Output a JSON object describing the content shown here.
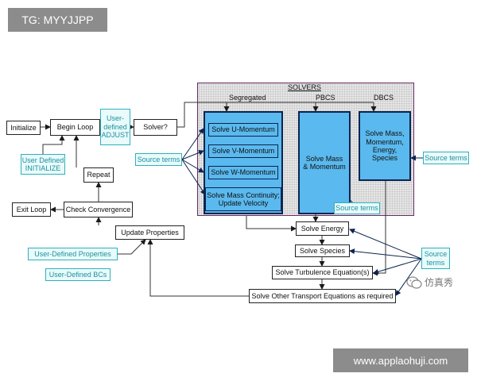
{
  "watermarks": {
    "top_left": "TG: MYYJJPP",
    "bottom_right": "www.applaohuji.com",
    "wechat_name": "仿真秀"
  },
  "solvers": {
    "title": "SOLVERS",
    "segregated": "Segregated",
    "pbcs": "PBCS",
    "dbcs": "DBCS"
  },
  "nodes": {
    "initialize": "Initialize",
    "begin_loop": "Begin Loop",
    "user_defined_adjust": "User-\ndefined\nADJUST",
    "solver_q": "Solver?",
    "user_defined_initialize": "User Defined\nINITIALIZE",
    "repeat": "Repeat",
    "exit_loop": "Exit Loop",
    "check_convergence": "Check Convergence",
    "update_properties": "Update Properties",
    "user_defined_properties": "User-Defined Properties",
    "user_defined_bcs": "User-Defined BCs",
    "source_terms_left": "Source terms",
    "solve_u": "Solve U-Momentum",
    "solve_v": "Solve V-Momentum",
    "solve_w": "Solve W-Momentum",
    "solve_mass_continuity": "Solve Mass Continuity;\nUpdate Velocity",
    "solve_mass_momentum": "Solve Mass\n& Momentum",
    "solve_mass_momentum_energy_species": "Solve Mass,\nMomentum,\nEnergy,\nSpecies",
    "source_terms_right": "Source terms",
    "source_terms_pbcs": "Source terms",
    "solve_energy": "Solve Energy",
    "solve_species": "Solve Species",
    "solve_turbulence": "Solve Turbulence Equation(s)",
    "solve_other": "Solve Other Transport Equations as required",
    "source_terms_bottom": "Source\nterms"
  },
  "colors": {
    "cyan_border": "#2fb0bd",
    "cyan_text": "#1f8fa0",
    "blue_fill": "#5ab9ee",
    "navy_border": "#0c2450",
    "panel_border": "#6a2a6a"
  }
}
